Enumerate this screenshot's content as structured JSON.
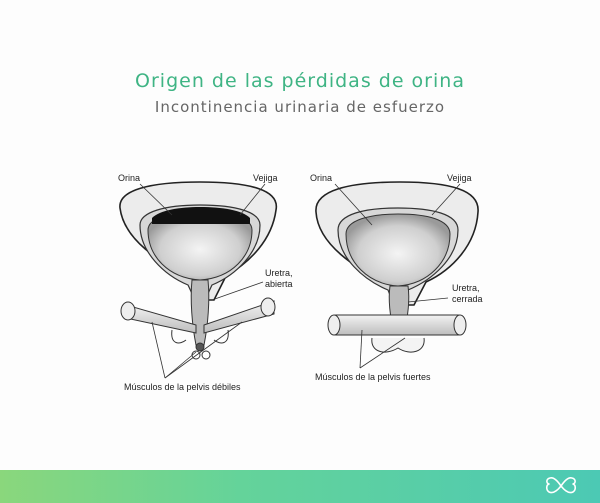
{
  "header": {
    "title": "Origen de las pérdidas de orina",
    "subtitle": "Incontinencia urinaria de esfuerzo"
  },
  "diagrams": [
    {
      "name": "weak-pelvic-floor",
      "labels": {
        "urine": "Orina",
        "bladder": "Vejiga",
        "urethra_line1": "Uretra,",
        "urethra_line2": "abierta",
        "muscles": "Músculos de la pelvis débiles"
      }
    },
    {
      "name": "strong-pelvic-floor",
      "labels": {
        "urine": "Orina",
        "bladder": "Vejiga",
        "urethra_line1": "Uretra,",
        "urethra_line2": "cerrada",
        "muscles": "Músculos de la pelvis fuertes"
      }
    }
  ],
  "footer": {
    "logo_icon": "infinity-hearts-logo-icon",
    "gradient_start": "#8ad77c",
    "gradient_end": "#4cc9b4"
  },
  "colors": {
    "title": "#3fb484",
    "subtitle": "#666666"
  }
}
